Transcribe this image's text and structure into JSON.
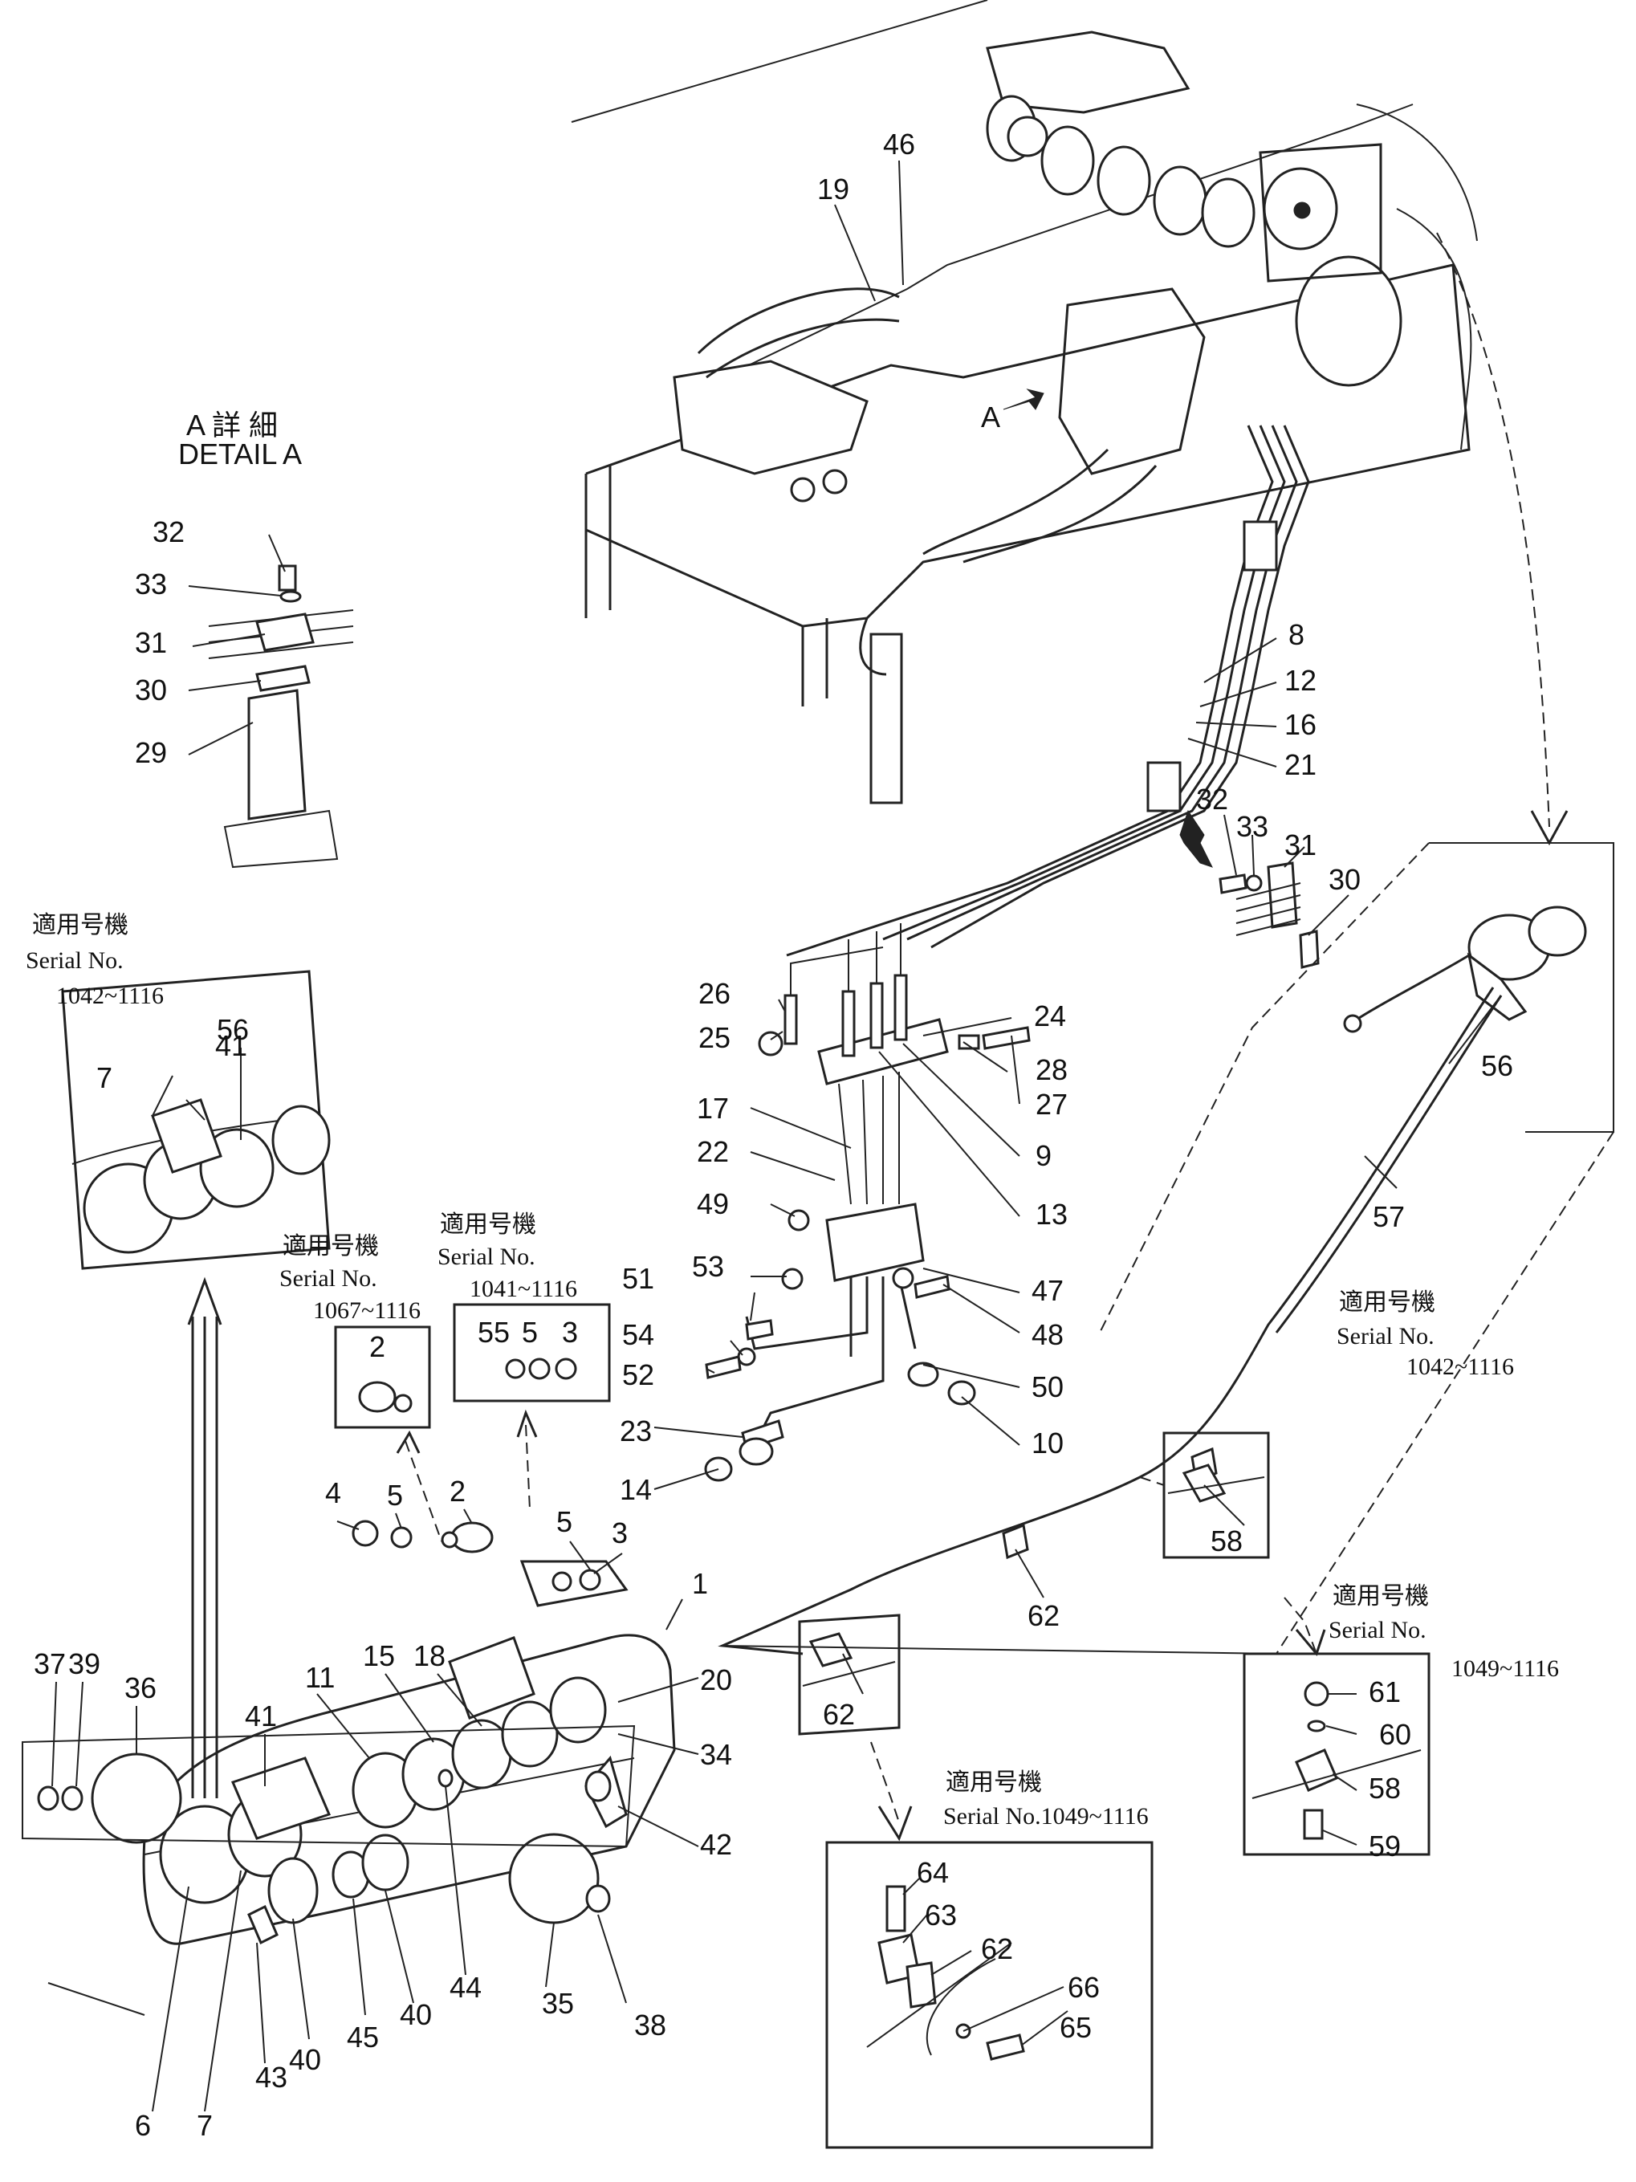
{
  "detail_a": {
    "jp": "A 詳 細",
    "en": "DETAIL A",
    "arrow_label": "A"
  },
  "serial_notes": {
    "gauge_panel": {
      "jp": "適用号機",
      "en": "Serial No.",
      "range": "1042~1116"
    },
    "switch_2": {
      "jp": "適用号機",
      "en": "Serial No.",
      "range": "1067~1116"
    },
    "switch_3": {
      "jp": "適用号機",
      "en": "Serial No.",
      "range": "1041~1116"
    },
    "harness_57": {
      "jp": "適用号機",
      "en": "Serial No.",
      "range": "1042~1116"
    },
    "clip_58": {
      "jp": "適用号機",
      "en": "Serial No.",
      "range": "1049~1116"
    },
    "clip_62": {
      "jp": "適用号機",
      "en": "Serial No.1049~1116"
    }
  },
  "part_numbers": {
    "p1": "1",
    "p2": "2",
    "p3": "3",
    "p4": "4",
    "p5": "5",
    "p6": "6",
    "p7": "7",
    "p8": "8",
    "p9": "9",
    "p10": "10",
    "p11": "11",
    "p12": "12",
    "p13": "13",
    "p14": "14",
    "p15": "15",
    "p16": "16",
    "p17": "17",
    "p18": "18",
    "p19": "19",
    "p20": "20",
    "p21": "21",
    "p22": "22",
    "p23": "23",
    "p24": "24",
    "p25": "25",
    "p26": "26",
    "p27": "27",
    "p28": "28",
    "p29": "29",
    "p30": "30",
    "p31": "31",
    "p32": "32",
    "p33": "33",
    "p34": "34",
    "p35": "35",
    "p36": "36",
    "p37": "37",
    "p38": "38",
    "p39": "39",
    "p40": "40",
    "p41": "41",
    "p42": "42",
    "p43": "43",
    "p44": "44",
    "p45": "45",
    "p46": "46",
    "p47": "47",
    "p48": "48",
    "p49": "49",
    "p50": "50",
    "p51": "51",
    "p52": "52",
    "p53": "53",
    "p54": "54",
    "p55": "55",
    "p56": "56",
    "p57": "57",
    "p58": "58",
    "p59": "59",
    "p60": "60",
    "p61": "61",
    "p62": "62",
    "p63": "63",
    "p64": "64",
    "p65": "65",
    "p66": "66"
  }
}
